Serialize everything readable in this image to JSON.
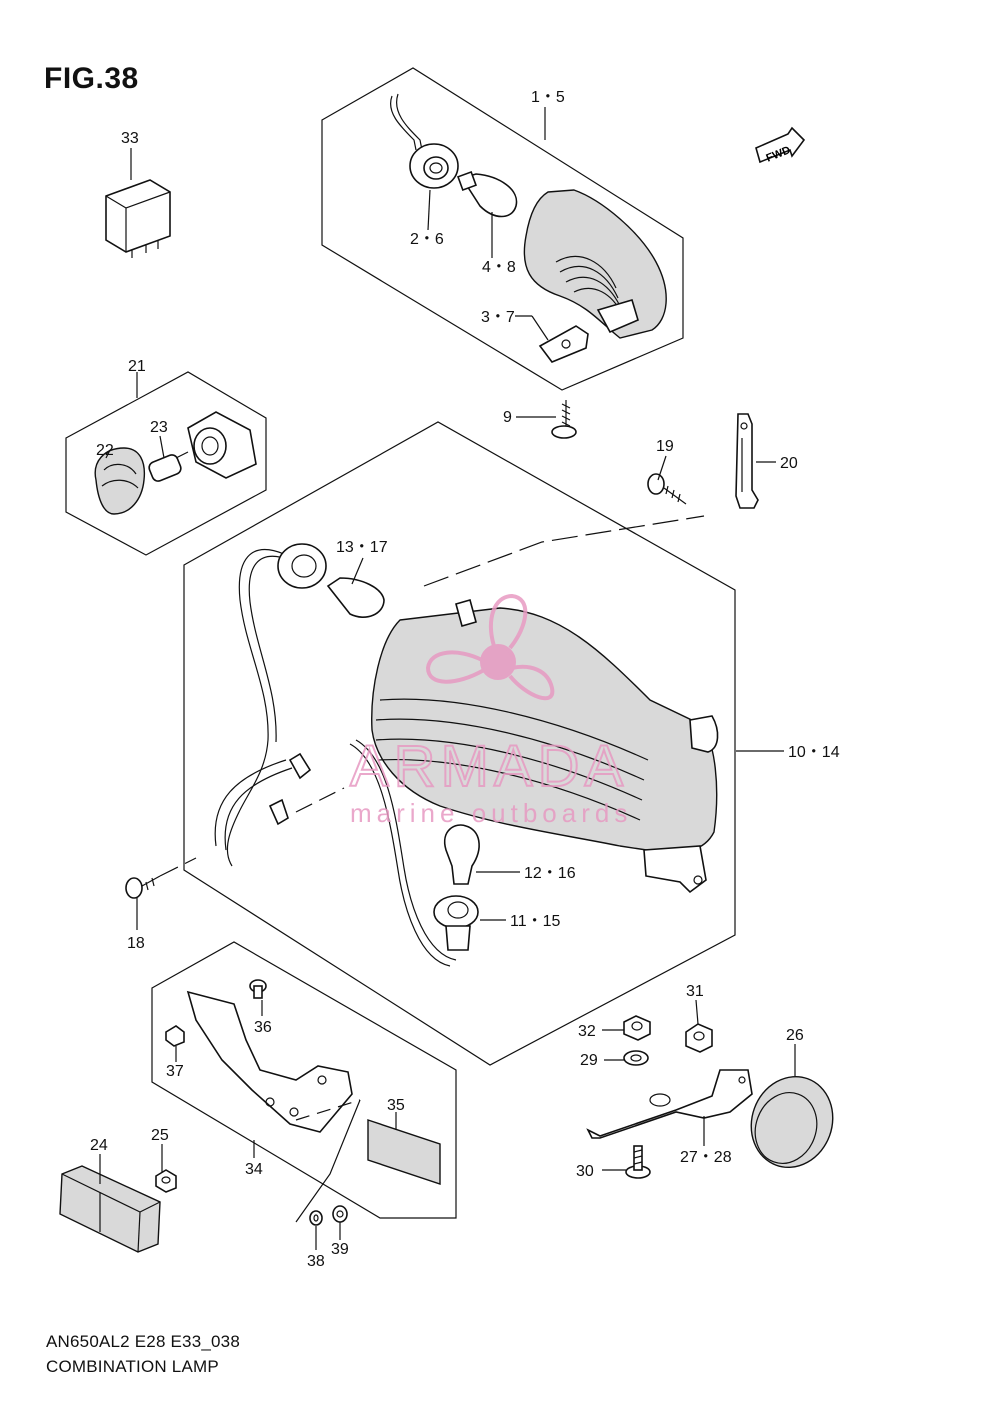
{
  "figure": {
    "title": "FIG.38",
    "model_code": "AN650AL2 E28 E33_038",
    "name": "COMBINATION LAMP",
    "fwd_badge": "FWD"
  },
  "watermark": {
    "brand": "ARMADA",
    "tagline": "marine outboards",
    "color": "#e79ac2"
  },
  "callouts": {
    "c1_5": "1・5",
    "c2_6": "2・6",
    "c3_7": "3・7",
    "c4_8": "4・8",
    "c9": "9",
    "c10_14": "10・14",
    "c11_15": "11・15",
    "c12_16": "12・16",
    "c13_17": "13・17",
    "c18": "18",
    "c19": "19",
    "c20": "20",
    "c21": "21",
    "c22": "22",
    "c23": "23",
    "c24": "24",
    "c25": "25",
    "c26": "26",
    "c27_28": "27・28",
    "c29": "29",
    "c30": "30",
    "c31": "31",
    "c32": "32",
    "c33": "33",
    "c34": "34",
    "c35": "35",
    "c36": "36",
    "c37": "37",
    "c38": "38",
    "c39": "39"
  }
}
